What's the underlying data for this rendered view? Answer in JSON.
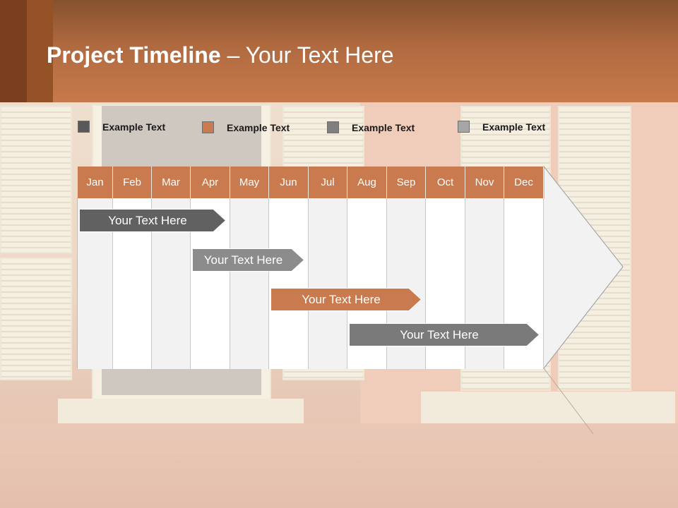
{
  "title": {
    "bold": "Project Timeline",
    "rest": " – Your Text Here"
  },
  "legend": [
    {
      "label": "Example Text",
      "color": "#595959"
    },
    {
      "label": "Example Text",
      "color": "#c97b4f"
    },
    {
      "label": "Example Text",
      "color": "#7f7f7f"
    },
    {
      "label": "Example Text",
      "color": "#a6a6a6"
    }
  ],
  "months": [
    "Jan",
    "Feb",
    "Mar",
    "Apr",
    "May",
    "Jun",
    "Jul",
    "Aug",
    "Sep",
    "Oct",
    "Nov",
    "Dec"
  ],
  "tasks": [
    {
      "label": "Your  Text Here",
      "start": "Jan",
      "end": "Apr",
      "color": "#616161"
    },
    {
      "label": "Your  Text Here",
      "start": "Apr",
      "end": "Jun",
      "color": "#8c8c8c"
    },
    {
      "label": "Your  Text Here",
      "start": "Jun",
      "end": "Sep",
      "color": "#c97b4f"
    },
    {
      "label": "Your  Text Here",
      "start": "Aug",
      "end": "Dec",
      "color": "#7a7a7a"
    }
  ],
  "colors": {
    "header_accent": "#c97b4f",
    "arrow_fill": "#f2f2f2"
  }
}
